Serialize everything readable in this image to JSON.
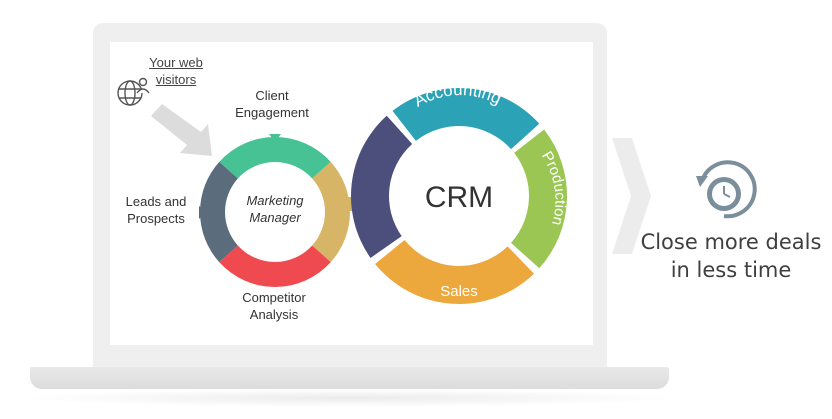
{
  "visitors": {
    "label": "Your web visitors"
  },
  "marketing_cycle": {
    "center": [
      "Marketing",
      "Manager"
    ],
    "top": [
      "Client",
      "Engagement"
    ],
    "left": [
      "Leads and",
      "Prospects"
    ],
    "bottom": [
      "Competitor",
      "Analysis"
    ]
  },
  "crm_cycle": {
    "center": "CRM",
    "segments": {
      "accounting": "Accounting",
      "production": "Production",
      "sales": "Sales"
    }
  },
  "tagline": [
    "Close more deals",
    "in less time"
  ],
  "colors": {
    "green": "#46c294",
    "tan": "#d7b567",
    "red": "#ef4a4f",
    "slate": "#5b6d7d",
    "navy": "#4c4f7c",
    "teal": "#2ba2b6",
    "lime": "#9bc653",
    "orange": "#eda83d",
    "clock": "#7b8e9b"
  }
}
